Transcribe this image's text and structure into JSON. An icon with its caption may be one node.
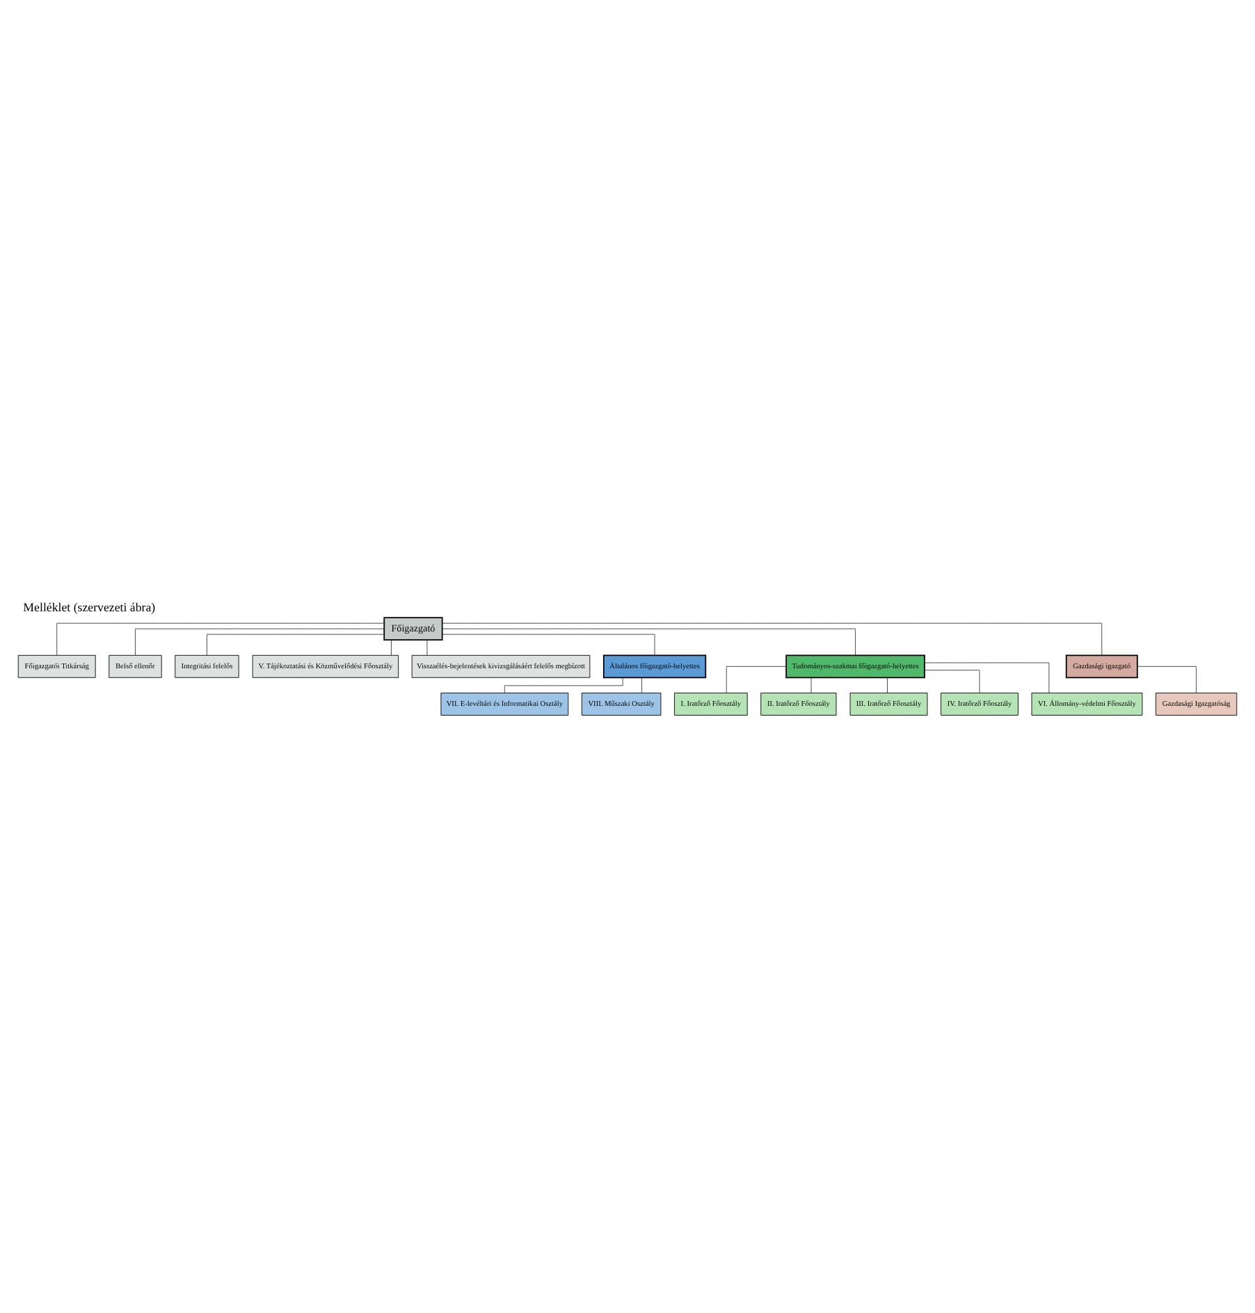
{
  "diagram": {
    "title": "Melléklet (szervezeti ábra)",
    "nodes": [
      {
        "text": [
          "Főigazgató"
        ]
      },
      {
        "text": [
          "Főigazgatói Titkárság"
        ]
      },
      {
        "text": [
          "Belső ellenőr"
        ]
      },
      {
        "text": [
          "Integritási felelős"
        ]
      },
      {
        "text": [
          "V. Tájékoztatási és Közművelődési Főosztály"
        ]
      },
      {
        "text": [
          "Visszaélés-bejelentések kivizsgálásáért felelős megbízott"
        ]
      },
      {
        "text": [
          "Általános főigazgató-helyettes"
        ]
      },
      {
        "text": [
          "Tudományos-szakmai főigazgató-helyettes"
        ]
      },
      {
        "text": [
          "Gazdasági igazgató"
        ]
      },
      {
        "text": [
          "VII. E-levéltári és Informatikai Osztály"
        ]
      },
      {
        "text": [
          "VIII. Műszaki Osztály"
        ]
      },
      {
        "text": [
          "I. Iratőrző Főosztály"
        ]
      },
      {
        "text": [
          "II. Iratőrző Főosztály"
        ]
      },
      {
        "text": [
          "III. Iratőrző Főosztály"
        ]
      },
      {
        "text": [
          "IV. Iratőrző Főosztály"
        ]
      },
      {
        "text": [
          "VI. Állomány-védelmi Főosztály"
        ]
      },
      {
        "text": [
          "Gazdasági Igazgatóság"
        ]
      }
    ],
    "edges": [
      {
        "from": 0,
        "to": 1,
        "arrow": "none"
      },
      {
        "from": 0,
        "to": 2,
        "arrow": "none"
      },
      {
        "from": 0,
        "to": 3,
        "arrow": "none"
      },
      {
        "from": 0,
        "to": 4,
        "arrow": "none"
      },
      {
        "from": 0,
        "to": 5,
        "arrow": "none"
      },
      {
        "from": 0,
        "to": 6,
        "arrow": "none"
      },
      {
        "from": 0,
        "to": 7,
        "arrow": "none"
      },
      {
        "from": 0,
        "to": 8,
        "arrow": "none"
      },
      {
        "from": 6,
        "to": 9,
        "arrow": "none"
      },
      {
        "from": 6,
        "to": 10,
        "arrow": "none"
      },
      {
        "from": 7,
        "to": 11,
        "arrow": "none"
      },
      {
        "from": 7,
        "to": 12,
        "arrow": "none"
      },
      {
        "from": 7,
        "to": 13,
        "arrow": "none"
      },
      {
        "from": 7,
        "to": 14,
        "arrow": "none"
      },
      {
        "from": 7,
        "to": 15,
        "arrow": "none"
      },
      {
        "from": 8,
        "to": 16,
        "arrow": "none"
      }
    ]
  }
}
